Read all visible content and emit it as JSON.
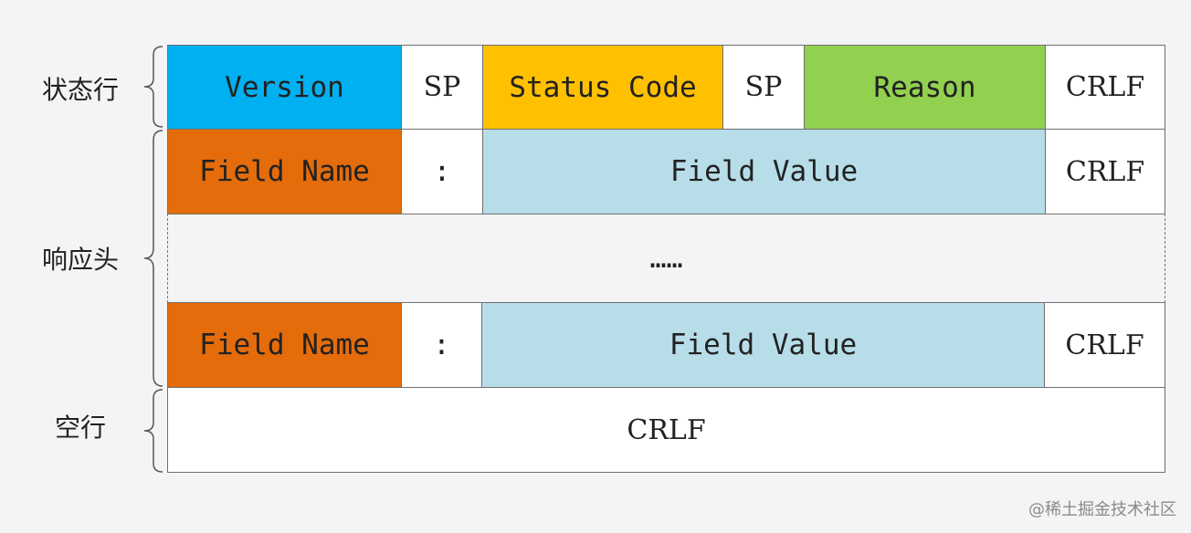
{
  "status_line": {
    "label": "状态行",
    "version": "Version",
    "sp1": "SP",
    "status_code": "Status Code",
    "sp2": "SP",
    "reason": "Reason",
    "crlf": "CRLF"
  },
  "headers": {
    "label": "响应头",
    "row1": {
      "field_name": "Field Name",
      "colon": ":",
      "field_value": "Field Value",
      "crlf": "CRLF"
    },
    "ellipsis": "……",
    "row2": {
      "field_name": "Field Name",
      "colon": ":",
      "field_value": "Field Value",
      "crlf": "CRLF"
    }
  },
  "blank_line": {
    "label": "空行",
    "crlf": "CRLF"
  },
  "colors": {
    "version": "#00b0f0",
    "status_code": "#ffc000",
    "reason": "#92d050",
    "field_name": "#e46c0a",
    "field_value": "#b7dde8",
    "plain": "#ffffff"
  },
  "watermark": "@稀土掘金技术社区"
}
